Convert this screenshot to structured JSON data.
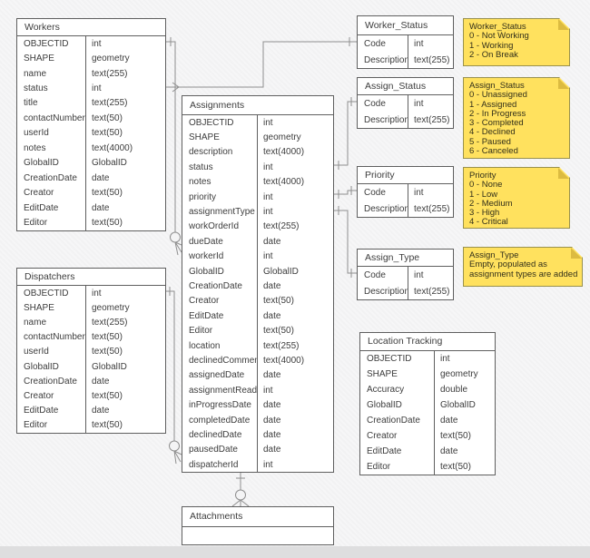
{
  "colors": {
    "background": "#F4F4F5",
    "table_fill": "#FFFFFF",
    "table_border": "#5F5F5F",
    "text": "#3D3D3D",
    "connector": "#8F8F8F",
    "note_fill": "#FFE15E",
    "note_fold": "#DCBB41",
    "note_border": "#99914E"
  },
  "tables": [
    {
      "title": "Workers",
      "fields": [
        {
          "name": "OBJECTID",
          "type": "int"
        },
        {
          "name": "SHAPE",
          "type": "geometry"
        },
        {
          "name": "name",
          "type": "text(255)"
        },
        {
          "name": "status",
          "type": "int"
        },
        {
          "name": "title",
          "type": "text(255)"
        },
        {
          "name": "contactNumber",
          "type": "text(50)"
        },
        {
          "name": "userId",
          "type": "text(50)"
        },
        {
          "name": "notes",
          "type": "text(4000)"
        },
        {
          "name": "GlobalID",
          "type": "GlobalID"
        },
        {
          "name": "CreationDate",
          "type": "date"
        },
        {
          "name": "Creator",
          "type": "text(50)"
        },
        {
          "name": "EditDate",
          "type": "date"
        },
        {
          "name": "Editor",
          "type": "text(50)"
        }
      ]
    },
    {
      "title": "Dispatchers",
      "fields": [
        {
          "name": "OBJECTID",
          "type": "int"
        },
        {
          "name": "SHAPE",
          "type": "geometry"
        },
        {
          "name": "name",
          "type": "text(255)"
        },
        {
          "name": "contactNumber",
          "type": "text(50)"
        },
        {
          "name": "userId",
          "type": "text(50)"
        },
        {
          "name": "GlobalID",
          "type": "GlobalID"
        },
        {
          "name": "CreationDate",
          "type": "date"
        },
        {
          "name": "Creator",
          "type": "text(50)"
        },
        {
          "name": "EditDate",
          "type": "date"
        },
        {
          "name": "Editor",
          "type": "text(50)"
        }
      ]
    },
    {
      "title": "Assignments",
      "fields": [
        {
          "name": "OBJECTID",
          "type": "int"
        },
        {
          "name": "SHAPE",
          "type": "geometry"
        },
        {
          "name": "description",
          "type": "text(4000)"
        },
        {
          "name": "status",
          "type": "int"
        },
        {
          "name": "notes",
          "type": "text(4000)"
        },
        {
          "name": "priority",
          "type": "int"
        },
        {
          "name": "assignmentType",
          "type": "int"
        },
        {
          "name": "workOrderId",
          "type": "text(255)"
        },
        {
          "name": "dueDate",
          "type": "date"
        },
        {
          "name": "workerId",
          "type": "int"
        },
        {
          "name": "GlobalID",
          "type": "GlobalID"
        },
        {
          "name": "CreationDate",
          "type": "date"
        },
        {
          "name": "Creator",
          "type": "text(50)"
        },
        {
          "name": "EditDate",
          "type": "date"
        },
        {
          "name": "Editor",
          "type": "text(50)"
        },
        {
          "name": "location",
          "type": "text(255)"
        },
        {
          "name": "declinedComment",
          "type": "text(4000)"
        },
        {
          "name": "assignedDate",
          "type": "date"
        },
        {
          "name": "assignmentRead",
          "type": "int"
        },
        {
          "name": "inProgressDate",
          "type": "date"
        },
        {
          "name": "completedDate",
          "type": "date"
        },
        {
          "name": "declinedDate",
          "type": "date"
        },
        {
          "name": "pausedDate",
          "type": "date"
        },
        {
          "name": "dispatcherId",
          "type": "int"
        }
      ]
    },
    {
      "title": "Worker_Status",
      "fields": [
        {
          "name": "Code",
          "type": "int"
        },
        {
          "name": "Description",
          "type": "text(255)"
        }
      ]
    },
    {
      "title": "Assign_Status",
      "fields": [
        {
          "name": "Code",
          "type": "int"
        },
        {
          "name": "Description",
          "type": "text(255)"
        }
      ]
    },
    {
      "title": "Priority",
      "fields": [
        {
          "name": "Code",
          "type": "int"
        },
        {
          "name": "Description",
          "type": "text(255)"
        }
      ]
    },
    {
      "title": "Assign_Type",
      "fields": [
        {
          "name": "Code",
          "type": "int"
        },
        {
          "name": "Description",
          "type": "text(255)"
        }
      ]
    },
    {
      "title": "Location Tracking",
      "fields": [
        {
          "name": "OBJECTID",
          "type": "int"
        },
        {
          "name": "SHAPE",
          "type": "geometry"
        },
        {
          "name": "Accuracy",
          "type": "double"
        },
        {
          "name": "GlobalID",
          "type": "GlobalID"
        },
        {
          "name": "CreationDate",
          "type": "date"
        },
        {
          "name": "Creator",
          "type": "text(50)"
        },
        {
          "name": "EditDate",
          "type": "date"
        },
        {
          "name": "Editor",
          "type": "text(50)"
        }
      ]
    },
    {
      "title": "Attachments",
      "fields": [
        {
          "name": "",
          "type": ""
        }
      ]
    }
  ],
  "notes": [
    {
      "title": "Worker_Status",
      "lines": [
        "0 - Not Working",
        "1 - Working",
        "2 - On Break"
      ]
    },
    {
      "title": "Assign_Status",
      "lines": [
        "0 - Unassigned",
        "1 - Assigned",
        "2 - In Progress",
        "3 - Completed",
        "4 - Declined",
        "5 - Paused",
        "6 - Canceled"
      ]
    },
    {
      "title": "Priority",
      "lines": [
        "0 - None",
        "1 - Low",
        "2 - Medium",
        "3 - High",
        "4 - Critical"
      ]
    },
    {
      "title": "Assign_Type",
      "lines": [
        "Empty, populated as",
        "assignment types are added"
      ]
    }
  ],
  "relationships": [
    {
      "from": "Workers.OBJECTID",
      "to": "Assignments.workerId",
      "from_end": "one",
      "to_end": "zero-or-many"
    },
    {
      "from": "Workers.status",
      "to": "Worker_Status.Code",
      "from_end": "many",
      "to_end": "one"
    },
    {
      "from": "Dispatchers.OBJECTID",
      "to": "Assignments.dispatcherId",
      "from_end": "one",
      "to_end": "zero-or-many"
    },
    {
      "from": "Assignments.status",
      "to": "Assign_Status.Code",
      "from_end": "one",
      "to_end": "one"
    },
    {
      "from": "Assignments.priority",
      "to": "Priority.Code",
      "from_end": "one",
      "to_end": "one"
    },
    {
      "from": "Assignments.assignmentType",
      "to": "Assign_Type.Code",
      "from_end": "one",
      "to_end": "one"
    },
    {
      "from": "Assignments",
      "to": "Attachments",
      "from_end": "one",
      "to_end": "zero-or-many"
    }
  ]
}
